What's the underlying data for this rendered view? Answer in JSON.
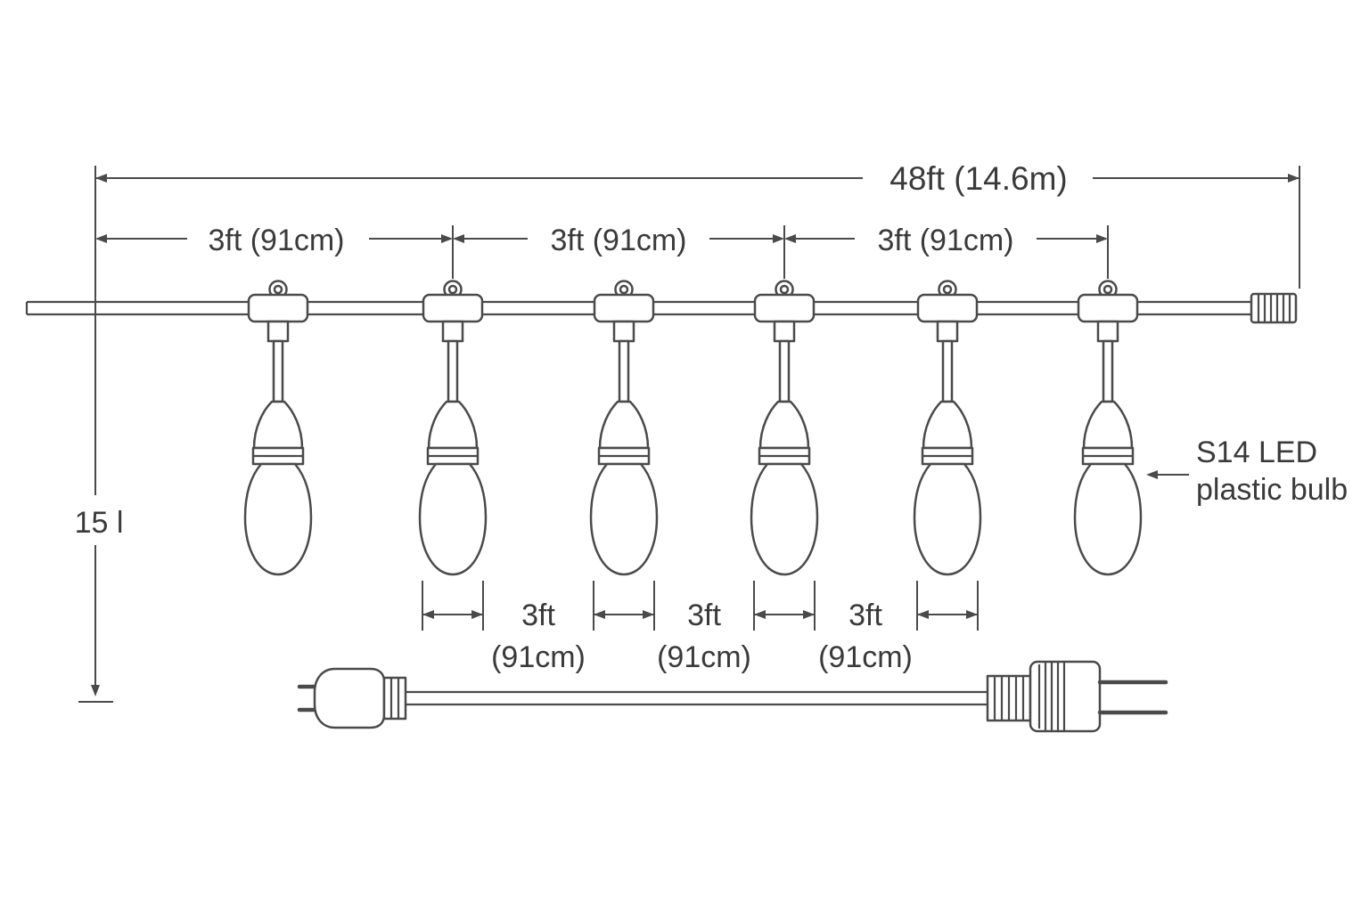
{
  "diagram": {
    "type": "string-lights-dimension-drawing",
    "bulb_count": 6,
    "colors": {
      "line": "#4a4a4a",
      "text": "#3a3a3a",
      "background": "#ffffff"
    },
    "labels": {
      "total_length": "48ft (14.6m)",
      "bulb_spacing_top": [
        "3ft (91cm)",
        "3ft (91cm)",
        "3ft (91cm)"
      ],
      "bulb_spacing_bottom_ft": [
        "3ft",
        "3ft",
        "3ft"
      ],
      "bulb_spacing_bottom_cm": [
        "(91cm)",
        "(91cm)",
        "(91cm)"
      ],
      "drop_height": "15 l",
      "bulb_callout_line1": "S14 LED",
      "bulb_callout_line2": "plastic bulb"
    }
  }
}
